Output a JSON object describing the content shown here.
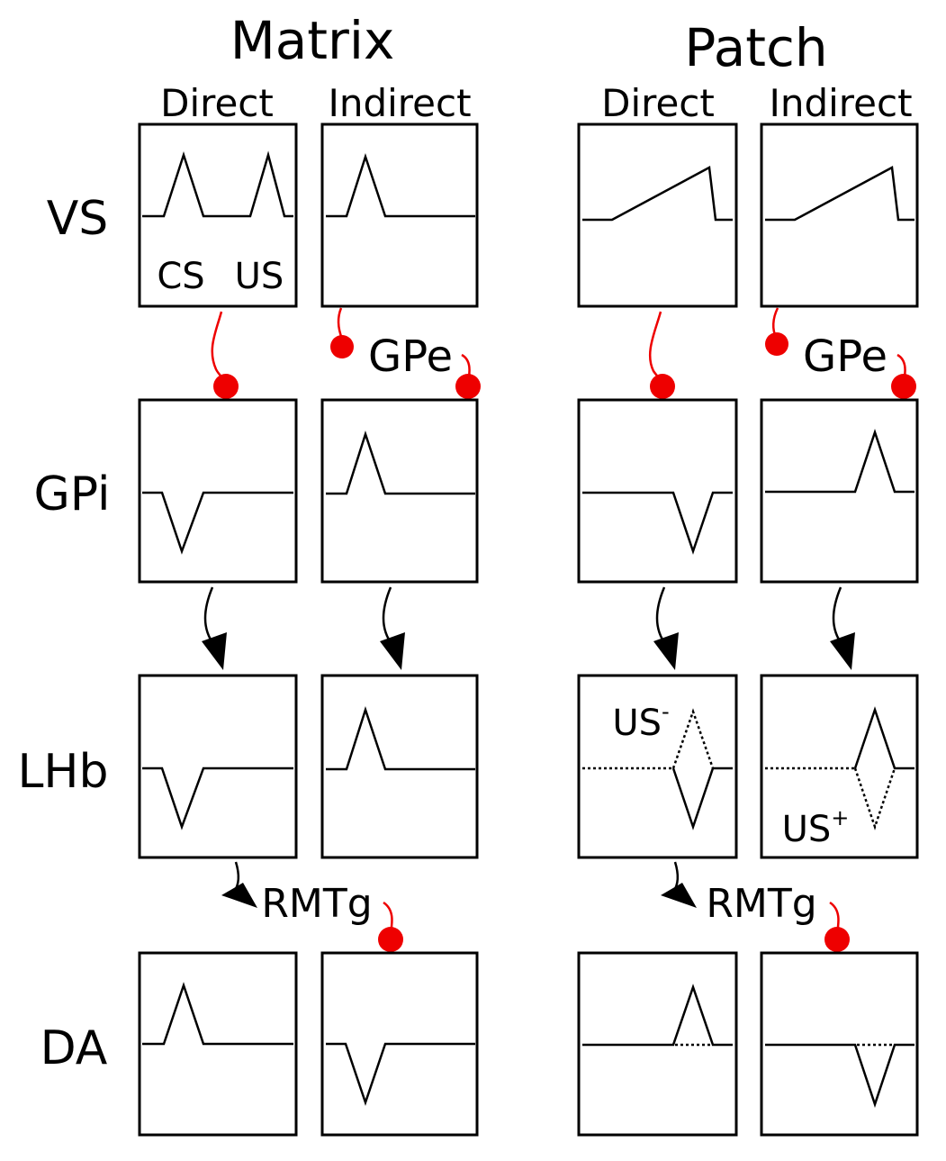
{
  "headers": {
    "matrix": "Matrix",
    "patch": "Patch",
    "direct": "Direct",
    "indirect": "Indirect"
  },
  "rows": {
    "vs": "VS",
    "gpi": "GPi",
    "lhb": "LHb",
    "da": "DA"
  },
  "relays": {
    "gpe": "GPe",
    "rmtg": "RMTg"
  },
  "annotations": {
    "cs": "CS",
    "us": "US",
    "us_minus": "US",
    "minus_sup": "-",
    "us_plus": "US",
    "plus_sup": "+"
  },
  "colors": {
    "inhibitory": "#ee0000",
    "line": "#000000"
  }
}
